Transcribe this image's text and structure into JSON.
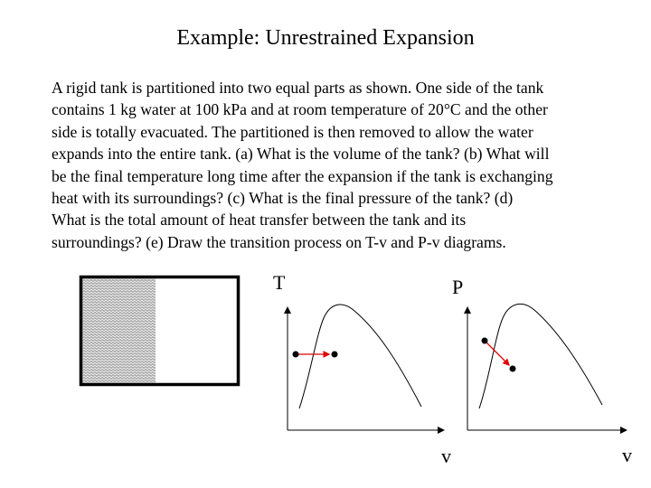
{
  "title": "Example: Unrestrained Expansion",
  "paragraph_lines": [
    "A rigid tank is partitioned into two equal parts as shown.  One side of the tank",
    "contains 1 kg water at 100 kPa and at room temperature of 20°C and the other",
    "side is totally evacuated.  The partitioned is then removed to allow the water",
    "expands into the entire tank.  (a) What is the volume of the tank? (b) What will",
    "be the final temperature long time after the expansion if the tank is exchanging",
    "heat with its surroundings?  (c) What is the final pressure of the tank?  (d)",
    "What is the total amount of heat transfer between the tank and its",
    "surroundings? (e) Draw the transition process on T-v and P-v diagrams."
  ],
  "tv_diagram": {
    "y_label": "T",
    "x_label": "v"
  },
  "pv_diagram": {
    "y_label": "P",
    "x_label": "v"
  },
  "colors": {
    "process_arrow": "#e00000",
    "water_fill": "#bbbbbb"
  }
}
